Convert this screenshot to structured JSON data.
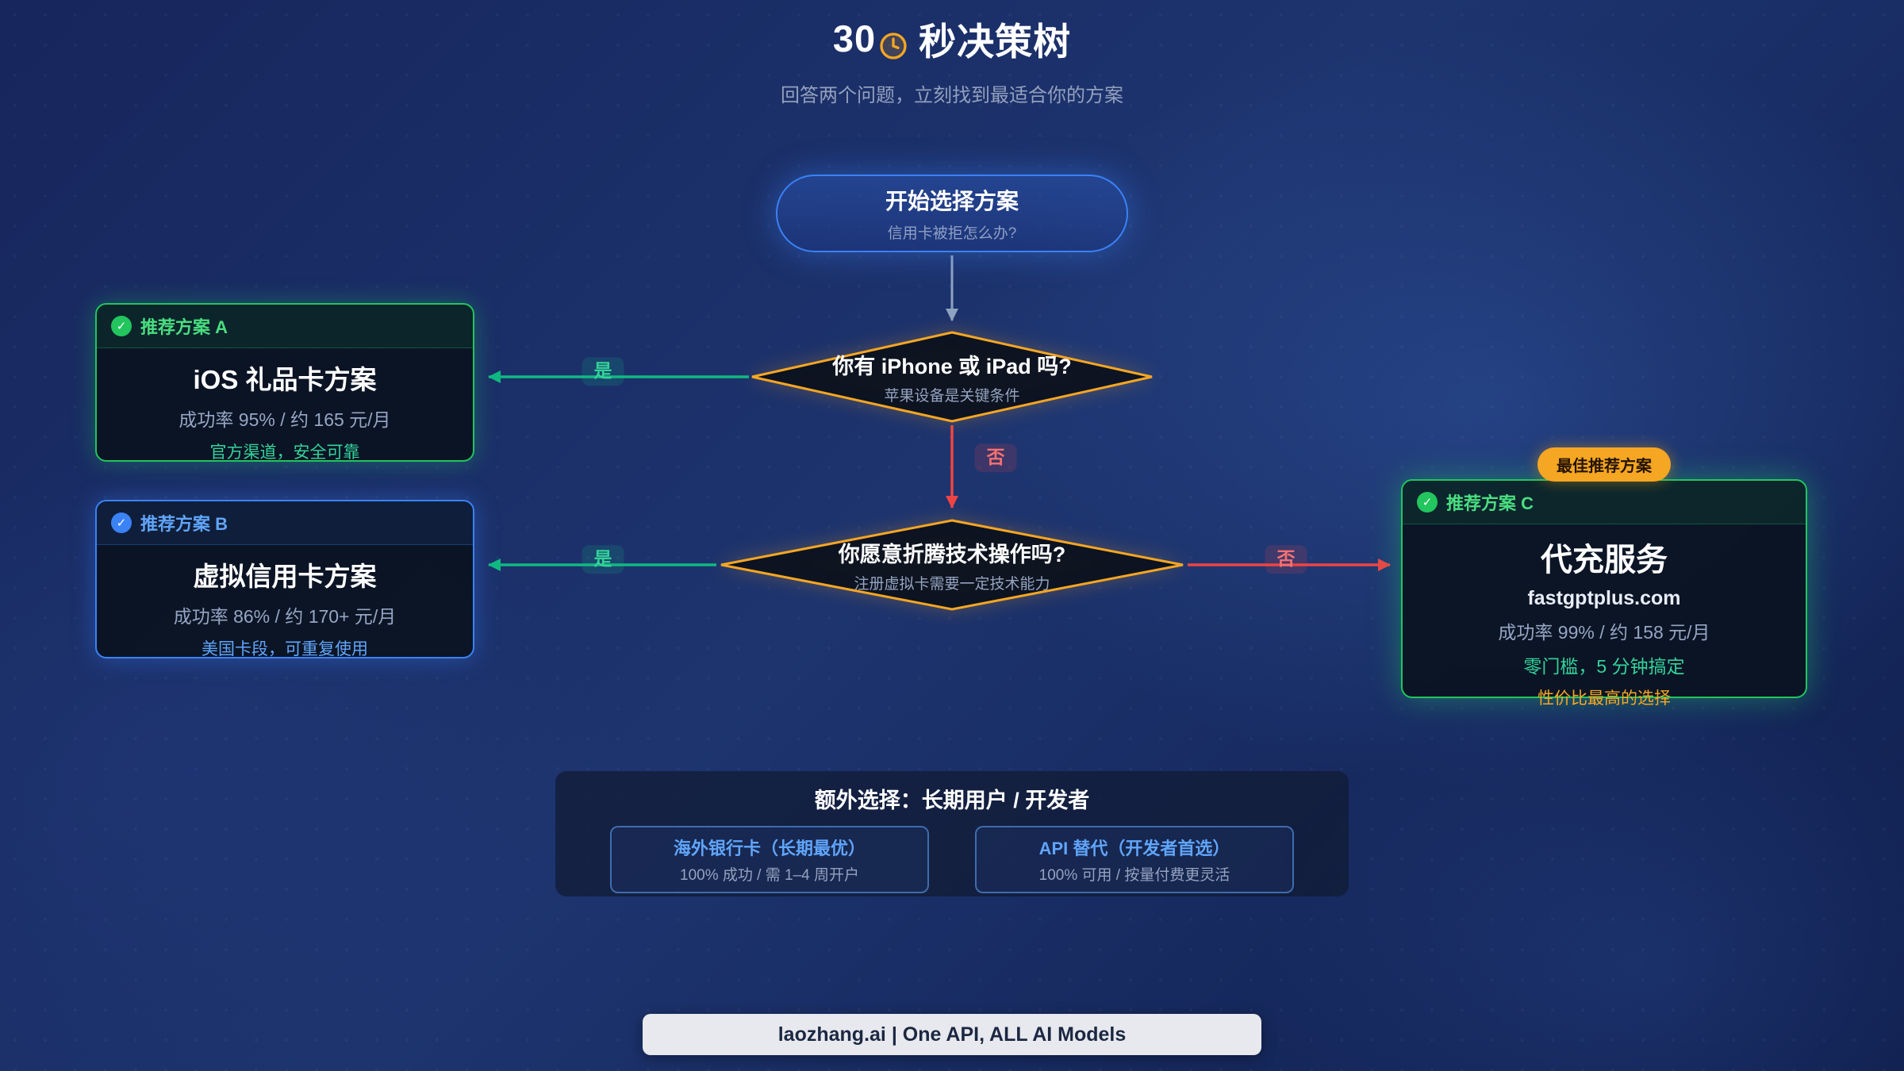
{
  "header": {
    "title_prefix": "30",
    "title_suffix": "秒决策树",
    "subtitle": "回答两个问题，立刻找到最适合你的方案"
  },
  "flow": {
    "start": {
      "title": "开始选择方案",
      "subtitle": "信用卡被拒怎么办?"
    },
    "q1": {
      "title": "你有 iPhone 或 iPad 吗?",
      "subtitle": "苹果设备是关键条件"
    },
    "q2": {
      "title": "你愿意折腾技术操作吗?",
      "subtitle": "注册虚拟卡需要一定技术能力"
    },
    "labels": {
      "yes": "是",
      "no": "否"
    }
  },
  "plans": {
    "a": {
      "badge": "推荐方案 A",
      "title": "iOS 礼品卡方案",
      "stats": "成功率 95% / 约 165 元/月",
      "note": "官方渠道，安全可靠"
    },
    "b": {
      "badge": "推荐方案 B",
      "title": "虚拟信用卡方案",
      "stats": "成功率 86% / 约 170+ 元/月",
      "note": "美国卡段，可重复使用"
    },
    "c": {
      "ribbon": "最佳推荐方案",
      "badge": "推荐方案 C",
      "title": "代充服务",
      "site": "fastgptplus.com",
      "stats": "成功率 99% / 约 158 元/月",
      "note1": "零门槛，5 分钟搞定",
      "note2": "性价比最高的选择"
    }
  },
  "extra": {
    "title": "额外选择：长期用户 / 开发者",
    "options": [
      {
        "title": "海外银行卡（长期最优）",
        "subtitle": "100% 成功 / 需 1–4 周开户"
      },
      {
        "title": "API 替代（开发者首选）",
        "subtitle": "100% 可用 / 按量付费更灵活"
      }
    ]
  },
  "footer": {
    "text": "laozhang.ai | One API, ALL AI Models"
  },
  "colors": {
    "accent_blue": "#3b82f6",
    "accent_green": "#22c55e",
    "accent_orange": "#f59e0b",
    "accent_red": "#ef4444"
  }
}
